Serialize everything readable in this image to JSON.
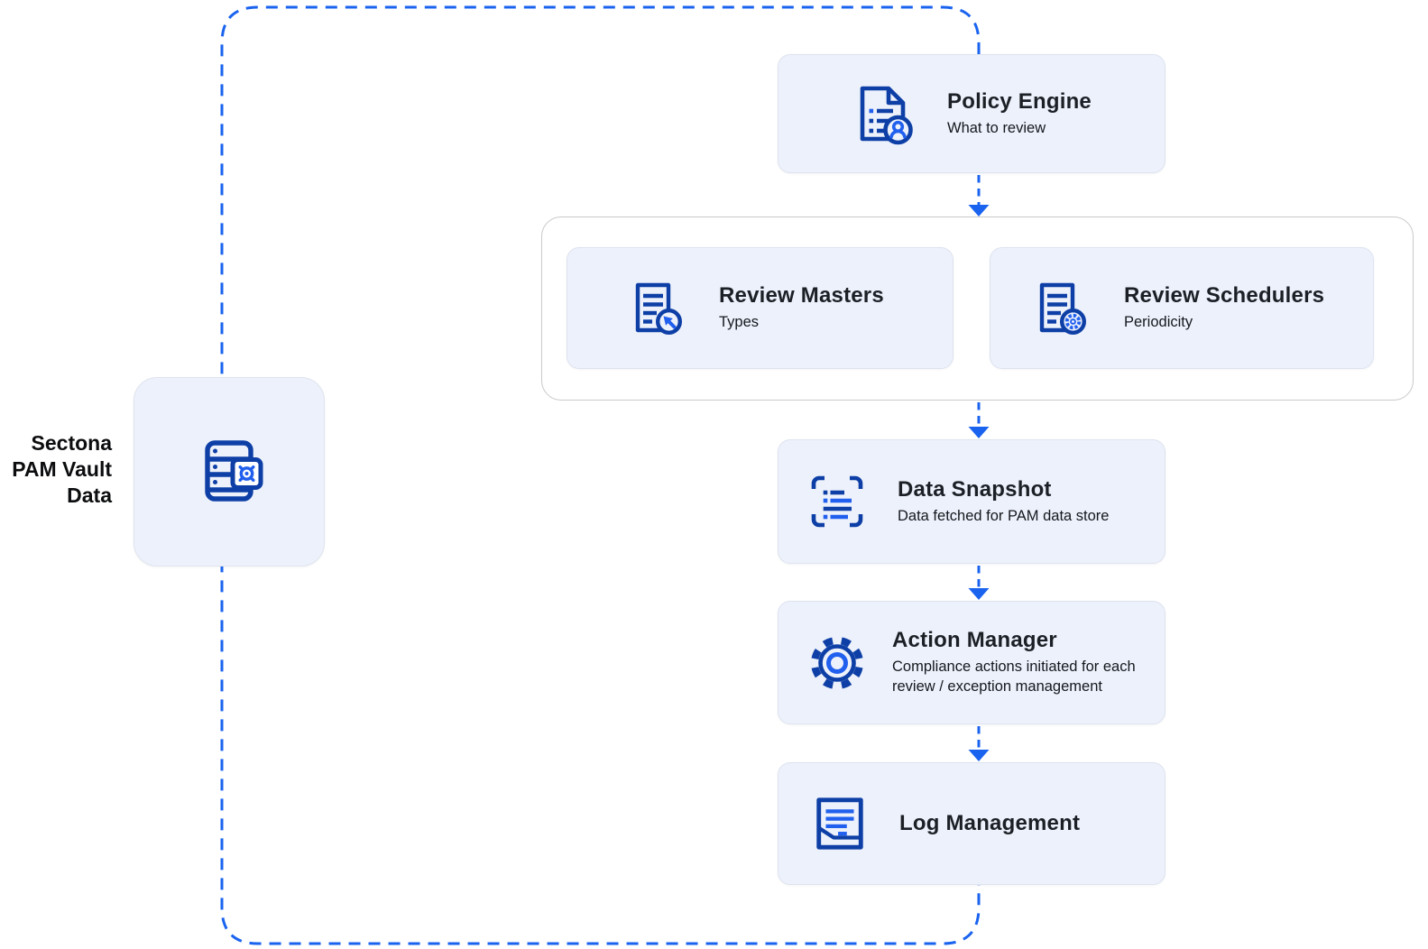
{
  "source": {
    "line1": "Sectona",
    "line2": "PAM Vault",
    "line3": "Data"
  },
  "nodes": {
    "policy_engine": {
      "title": "Policy Engine",
      "subtitle": "What to review"
    },
    "review_masters": {
      "title": "Review Masters",
      "subtitle": "Types"
    },
    "review_schedulers": {
      "title": "Review Schedulers",
      "subtitle": "Periodicity"
    },
    "data_snapshot": {
      "title": "Data Snapshot",
      "subtitle": "Data fetched for PAM data store"
    },
    "action_manager": {
      "title": "Action Manager",
      "subtitle": "Compliance actions initiated for each review / exception management"
    },
    "log_management": {
      "title": "Log Management"
    }
  },
  "icons": {
    "source": "vault-server-icon",
    "policy_engine": "document-user-icon",
    "review_masters": "document-arrow-icon",
    "review_schedulers": "document-gear-icon",
    "data_snapshot": "scan-list-icon",
    "action_manager": "gear-icon",
    "log_management": "log-document-icon"
  },
  "colors": {
    "icon_dark_blue": "#0d3fa6",
    "icon_accent_blue": "#2160ee",
    "connector_blue": "#1a63ef",
    "card_background": "#edf1fb",
    "card_border": "#dde3ef",
    "container_border": "#c9c9c9",
    "title_text": "#1c2026",
    "subtitle_text": "#15181d"
  }
}
